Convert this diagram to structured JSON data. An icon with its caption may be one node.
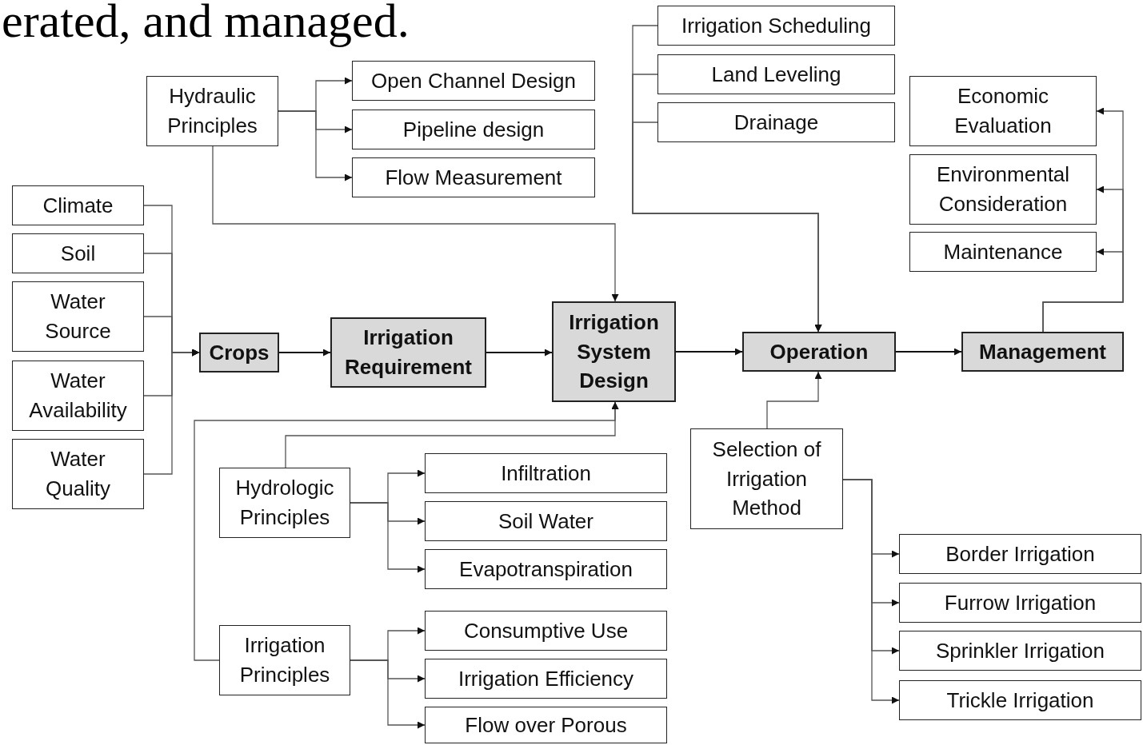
{
  "diagram": {
    "nodes": [
      {
        "text": [
          "Hydraulic Principles"
        ]
      },
      {
        "text": [
          "Open Channel Design"
        ]
      },
      {
        "text": [
          "Pipeline design"
        ]
      },
      {
        "text": [
          "Flow Measurement"
        ]
      },
      {
        "text": [
          "Irrigation Scheduling"
        ]
      },
      {
        "text": [
          "Land Leveling"
        ]
      },
      {
        "text": [
          "Drainage"
        ]
      },
      {
        "text": [
          "Economic Evaluation"
        ]
      },
      {
        "text": [
          "Environmental Consideration"
        ]
      },
      {
        "text": [
          "Maintenance"
        ]
      },
      {
        "text": [
          "Climate"
        ]
      },
      {
        "text": [
          "Soil"
        ]
      },
      {
        "text": [
          "Water Source"
        ]
      },
      {
        "text": [
          "Water Availability"
        ]
      },
      {
        "text": [
          "Water Quality"
        ]
      },
      {
        "text": [
          "Crops"
        ]
      },
      {
        "text": [
          "Irrigation Requirement"
        ]
      },
      {
        "text": [
          "Irrigation System Design"
        ]
      },
      {
        "text": [
          "Operation"
        ]
      },
      {
        "text": [
          "Management"
        ]
      },
      {
        "text": [
          "Selection of Irrigation Method"
        ]
      },
      {
        "text": [
          "Hydrologic Principles"
        ]
      },
      {
        "text": [
          "Infiltration"
        ]
      },
      {
        "text": [
          "Soil Water"
        ]
      },
      {
        "text": [
          "Evapotranspiration"
        ]
      },
      {
        "text": [
          "Irrigation Principles"
        ]
      },
      {
        "text": [
          "Consumptive Use"
        ]
      },
      {
        "text": [
          "Irrigation Efficiency"
        ]
      },
      {
        "text": [
          "Flow over Porous"
        ]
      },
      {
        "text": [
          "Border Irrigation"
        ]
      },
      {
        "text": [
          "Furrow Irrigation"
        ]
      },
      {
        "text": [
          "Sprinkler Irrigation"
        ]
      },
      {
        "text": [
          "Trickle Irrigation"
        ]
      }
    ],
    "edges": [
      {
        "from": 0,
        "to": 1,
        "arrow": "to"
      },
      {
        "from": 0,
        "to": 2,
        "arrow": "to"
      },
      {
        "from": 0,
        "to": 3,
        "arrow": "to"
      },
      {
        "from": 0,
        "to": 17,
        "arrow": "to"
      },
      {
        "from": 4,
        "to": 18,
        "arrow": "to"
      },
      {
        "from": 5,
        "to": 18,
        "arrow": "to"
      },
      {
        "from": 6,
        "to": 18,
        "arrow": "to"
      },
      {
        "from": 19,
        "to": 7,
        "arrow": "to"
      },
      {
        "from": 19,
        "to": 8,
        "arrow": "to"
      },
      {
        "from": 19,
        "to": 9,
        "arrow": "to"
      },
      {
        "from": 10,
        "to": 15,
        "arrow": "to"
      },
      {
        "from": 11,
        "to": 15,
        "arrow": "to"
      },
      {
        "from": 12,
        "to": 15,
        "arrow": "to"
      },
      {
        "from": 13,
        "to": 15,
        "arrow": "to"
      },
      {
        "from": 14,
        "to": 15,
        "arrow": "to"
      },
      {
        "from": 15,
        "to": 16,
        "arrow": "to"
      },
      {
        "from": 16,
        "to": 17,
        "arrow": "to"
      },
      {
        "from": 17,
        "to": 18,
        "arrow": "to"
      },
      {
        "from": 18,
        "to": 19,
        "arrow": "to"
      },
      {
        "from": 20,
        "to": 18,
        "arrow": "to"
      },
      {
        "from": 21,
        "to": 17,
        "arrow": "to"
      },
      {
        "from": 25,
        "to": 17,
        "arrow": "to"
      },
      {
        "from": 21,
        "to": 22,
        "arrow": "to"
      },
      {
        "from": 21,
        "to": 23,
        "arrow": "to"
      },
      {
        "from": 21,
        "to": 24,
        "arrow": "to"
      },
      {
        "from": 25,
        "to": 26,
        "arrow": "to"
      },
      {
        "from": 25,
        "to": 27,
        "arrow": "to"
      },
      {
        "from": 25,
        "to": 28,
        "arrow": "to"
      },
      {
        "from": 20,
        "to": 29,
        "arrow": "to"
      },
      {
        "from": 20,
        "to": 30,
        "arrow": "to"
      },
      {
        "from": 20,
        "to": 31,
        "arrow": "to"
      },
      {
        "from": 20,
        "to": 32,
        "arrow": "to"
      }
    ],
    "labels": [
      "erated, and managed."
    ]
  }
}
